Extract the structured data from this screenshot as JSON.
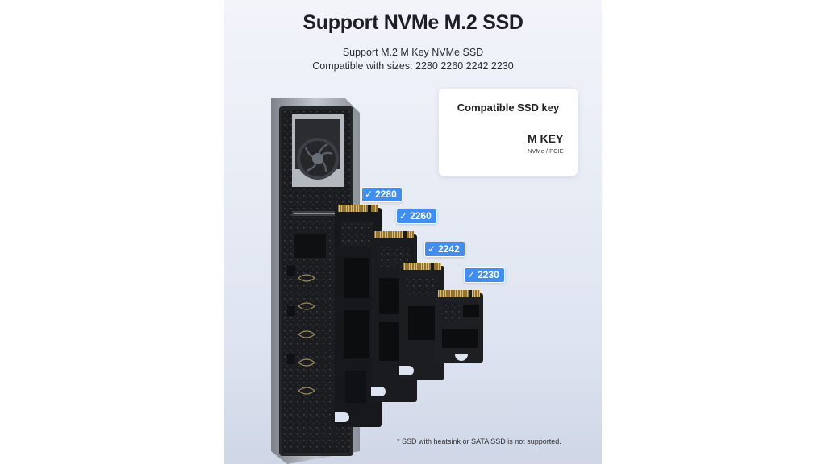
{
  "header": {
    "title": "Support NVMe M.2 SSD",
    "subtitle_line1": "Support M.2 M Key NVMe SSD",
    "subtitle_line2": "Compatible with sizes: 2280 2260 2242 2230"
  },
  "key_card": {
    "title": "Compatible SSD key",
    "key_name": "M KEY",
    "key_type": "NVMe / PCIE"
  },
  "sizes": [
    {
      "label": "2280"
    },
    {
      "label": "2260"
    },
    {
      "label": "2242"
    },
    {
      "label": "2230"
    }
  ],
  "footnote": "* SSD with heatsink or SATA SSD is not supported.",
  "colors": {
    "badge": "#3f8ef0",
    "pcb": "#1b1c1f",
    "gold": "#d8b25a",
    "enclosure": "#9ea3ab"
  }
}
